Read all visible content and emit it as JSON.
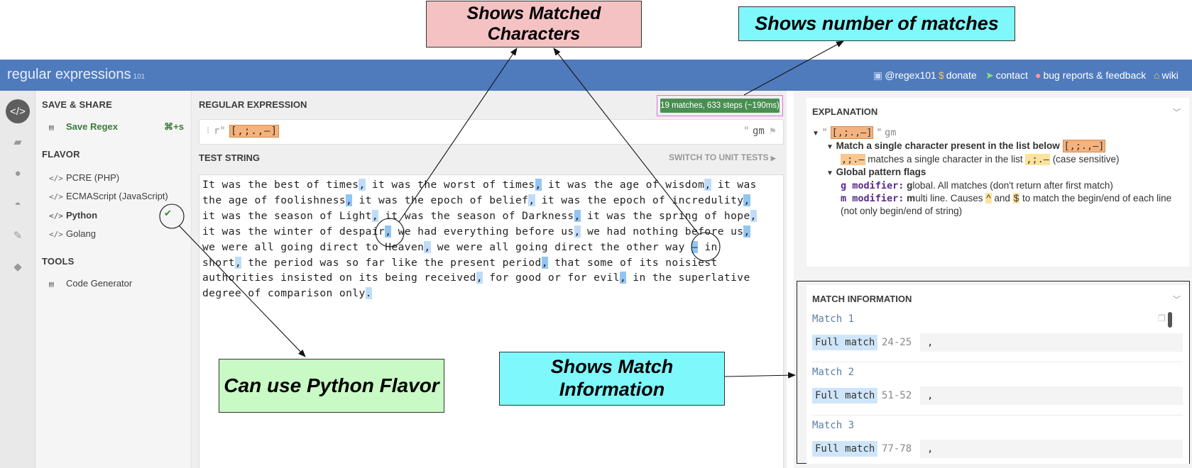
{
  "annotations": {
    "matched_chars": "Shows Matched Characters",
    "num_matches": "Shows number of matches",
    "python_flavor": "Can use Python Flavor",
    "match_info": "Shows Match Information"
  },
  "header": {
    "brand": "regular expressions",
    "brand_version": "101",
    "links": [
      "@regex101",
      "donate",
      "contact",
      "bug reports & feedback",
      "wiki"
    ]
  },
  "sidebar": {
    "save_share_title": "SAVE & SHARE",
    "save_regex": "Save Regex",
    "save_shortcut": "⌘+s",
    "flavor_title": "FLAVOR",
    "flavors": [
      "PCRE (PHP)",
      "ECMAScript (JavaScript)",
      "Python",
      "Golang"
    ],
    "selected_flavor": "Python",
    "tools_title": "TOOLS",
    "code_generator": "Code Generator"
  },
  "regex": {
    "label": "REGULAR EXPRESSION",
    "match_count": "19 matches, 633 steps (~190ms)",
    "prefix": "r\"",
    "pattern": "[,;.,–]",
    "suffix": "\"",
    "flags": "gm"
  },
  "test": {
    "label": "TEST STRING",
    "switch_label": "SWITCH TO UNIT TESTS",
    "text": "It was the best of times, it was the worst of times, it was the age of wisdom, it was the age of foolishness, it was the epoch of belief, it was the epoch of incredulity, it was the season of Light, it was the season of Darkness, it was the spring of hope, it was the winter of despair, we had everything before us, we had nothing before us, we were all going direct to Heaven, we were all going direct the other way – in short, the period was so far like the present period, that some of its noisiest authorities insisted on its being received, for good or for evil, in the superlative degree of comparison only."
  },
  "explanation": {
    "title": "EXPLANATION",
    "root_open": "\"",
    "root_close": "\"",
    "root_flags": "gm",
    "item1_label": "Match a single character present in the list below",
    "item1_detail": "matches a single character in the list",
    "item1_chars": ",;.–",
    "item1_case": "(case sensitive)",
    "item2_label": "Global pattern flags",
    "g_key": "g modifier:",
    "g_bold": "g",
    "g_text": "lobal. All matches (don't return after first match)",
    "m_key": "m modifier:",
    "m_bold": "m",
    "m_text1": "ulti line. Causes",
    "caret": "^",
    "m_and": "and",
    "dollar": "$",
    "m_text2": "to match the begin/end of each line (not only begin/end of string)"
  },
  "match_info": {
    "title": "MATCH INFORMATION",
    "matches": [
      {
        "title": "Match 1",
        "type": "Full match",
        "range": "24-25",
        "value": ","
      },
      {
        "title": "Match 2",
        "type": "Full match",
        "range": "51-52",
        "value": ","
      },
      {
        "title": "Match 3",
        "type": "Full match",
        "range": "77-78",
        "value": ","
      }
    ]
  }
}
